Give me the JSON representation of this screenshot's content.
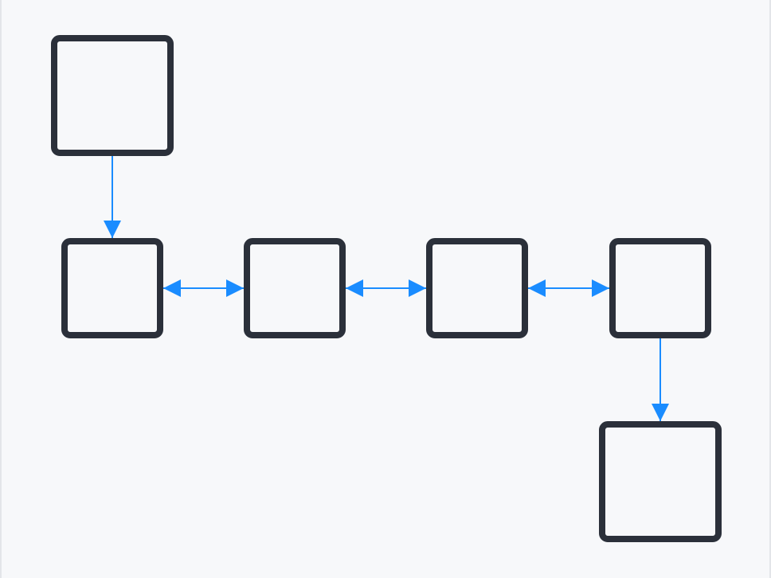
{
  "diagram": {
    "colors": {
      "background": "#f7f8fa",
      "node_stroke": "#2b303a",
      "node_fill": "#f7f8fa",
      "edge": "#1a8cff"
    },
    "nodes": [
      {
        "id": "n1",
        "label": ""
      },
      {
        "id": "n2",
        "label": ""
      },
      {
        "id": "n3",
        "label": ""
      },
      {
        "id": "n4",
        "label": ""
      },
      {
        "id": "n5",
        "label": ""
      },
      {
        "id": "n6",
        "label": ""
      }
    ],
    "edges": [
      {
        "from": "n1",
        "to": "n2",
        "direction": "forward"
      },
      {
        "from": "n2",
        "to": "n3",
        "direction": "both"
      },
      {
        "from": "n3",
        "to": "n4",
        "direction": "both"
      },
      {
        "from": "n4",
        "to": "n5",
        "direction": "both"
      },
      {
        "from": "n5",
        "to": "n6",
        "direction": "forward"
      }
    ]
  }
}
